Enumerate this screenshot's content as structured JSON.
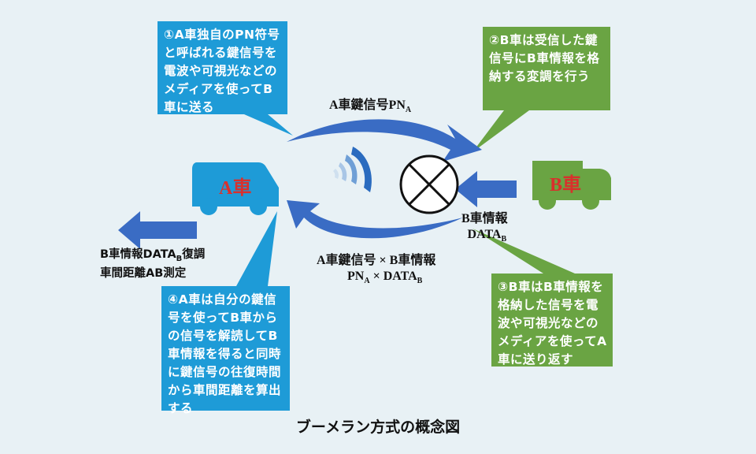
{
  "diagram": {
    "title": "ブーメラン方式の概念図",
    "car_a": {
      "label": "A車",
      "color": "#1e9bd7",
      "label_color": "#d9302c"
    },
    "car_b": {
      "label": "B車",
      "color": "#6aa443",
      "label_color": "#d9302c"
    },
    "top_arrow_label": {
      "text": "A車鍵信号PN",
      "sub": "A"
    },
    "bottom_arrow_label": {
      "line1": "A車鍵信号 × B車情報",
      "line2_pn": "PN",
      "line2_pn_sub": "A",
      "line2_mid": " × DATA",
      "line2_data_sub": "B"
    },
    "b_info_label": {
      "line1": "B車情報",
      "line2": "DATA",
      "line2_sub": "B"
    },
    "demod_label": {
      "line1_a": "B車情報DATA",
      "line1_sub": "B",
      "line1_b": "復調",
      "line2": "車間距離AB測定"
    },
    "callouts": {
      "step1": {
        "text": "①A車独自のPN符号と呼ばれる鍵信号を電波や可視光などのメディアを使ってB車に送る",
        "color": "#1e9bd7"
      },
      "step2": {
        "text": "②B車は受信した鍵信号にB車情報を格納する変調を行う",
        "color": "#6aa443"
      },
      "step3": {
        "text": "③B車はB車情報を格納した信号を電波や可視光などのメディアを使ってA車に送り返す",
        "color": "#6aa443"
      },
      "step4": {
        "text": "④A車は自分の鍵信号を使ってB車からの信号を解読してB車情報を得ると同時に鍵信号の往復時間から車間距離を算出する",
        "color": "#1e9bd7"
      }
    },
    "colors": {
      "arrow_blue": "#3a6cc4",
      "background": "#e8f1f5",
      "signal_blue": "#2a6bbf"
    }
  }
}
